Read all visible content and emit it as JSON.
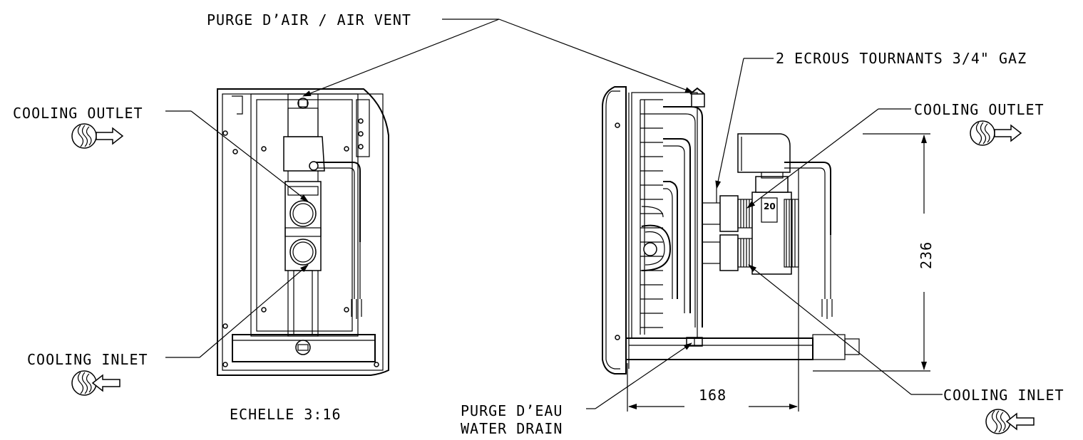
{
  "labels": {
    "air_vent": "PURGE D’AIR / AIR VENT",
    "cooling_outlet_left": "COOLING OUTLET",
    "cooling_inlet_left": "COOLING INLET",
    "scale": "ECHELLE  3:16",
    "nuts": "2 ECROUS TOURNANTS 3/4\" GAZ",
    "cooling_outlet_right": "COOLING OUTLET",
    "cooling_inlet_right": "COOLING INLET",
    "water_drain_fr": "PURGE D’EAU",
    "water_drain_en": "WATER DRAIN",
    "valve_marking": "20"
  },
  "dimensions": {
    "height": "236",
    "depth": "168"
  }
}
